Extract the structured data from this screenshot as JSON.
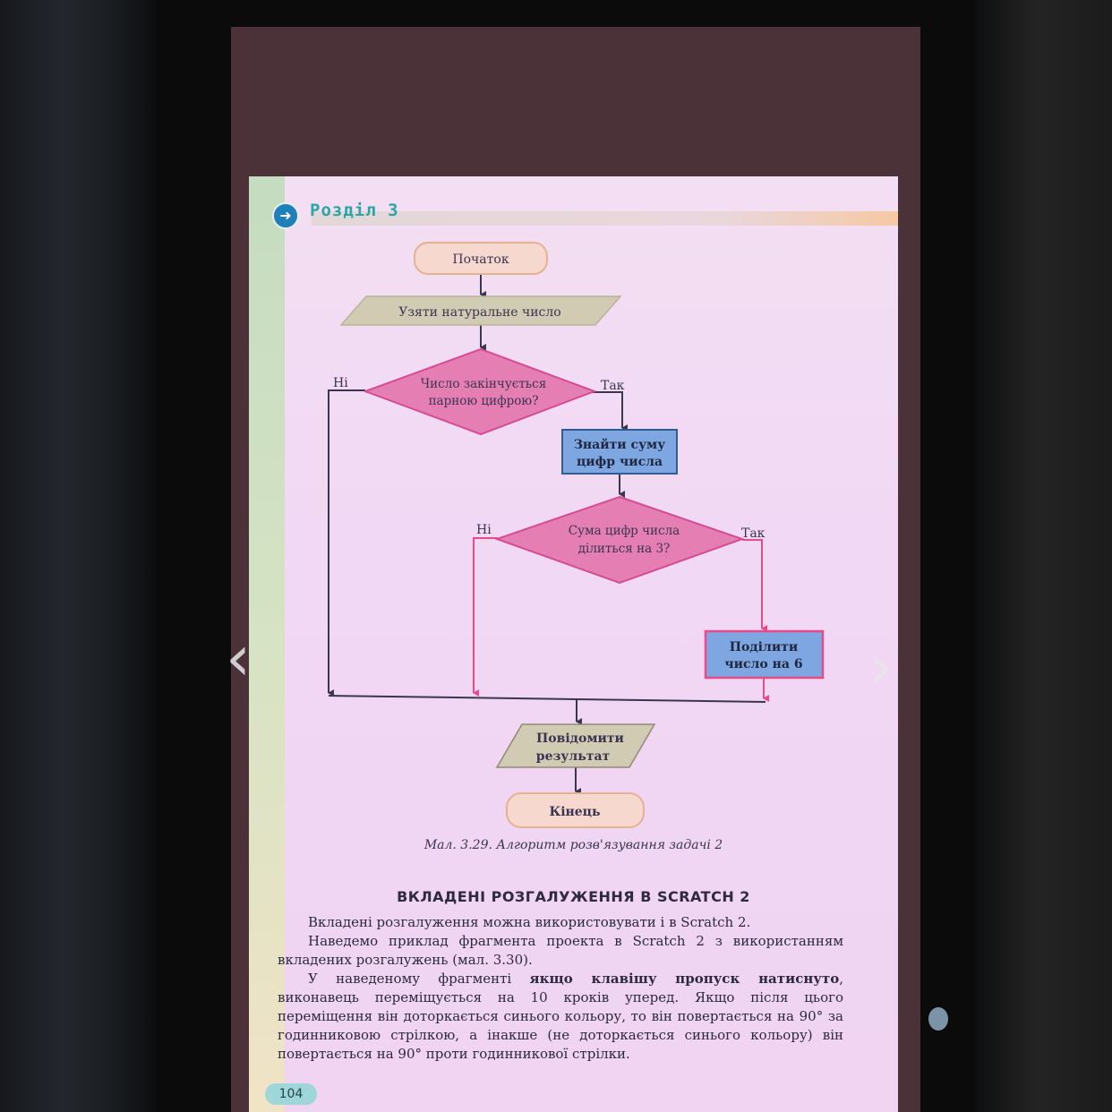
{
  "header": {
    "section_title": "Розділ 3",
    "icon": "arrow-right-circle-icon"
  },
  "flowchart": {
    "start": "Початок",
    "input": "Узяти натуральне число",
    "decision1": [
      "Число закінчується",
      "парною цифрою?"
    ],
    "no1": "Ні",
    "yes1": "Так",
    "process1": [
      "Знайти суму",
      "цифр числа"
    ],
    "decision2": [
      "Сума цифр числа",
      "ділиться на 3?"
    ],
    "no2": "Ні",
    "yes2": "Так",
    "process2": [
      "Поділити",
      "число на 6"
    ],
    "output": [
      "Повідомити",
      "результат"
    ],
    "end": "Кінець"
  },
  "caption": "Мал. 3.29. Алгоритм розв'язування задачі 2",
  "heading": "ВКЛАДЕНІ РОЗГАЛУЖЕННЯ В SCRATCH 2",
  "paragraphs": {
    "p1": "Вкладені розгалуження можна використовувати і в Scratch 2.",
    "p2": "Наведемо приклад фрагмента проекта в Scratch 2 з використанням вкладених розгалужень (мал. 3.30).",
    "p3a": "У наведеному фрагменті ",
    "p3b": "якщо клавішу пропуск натиснуто",
    "p3c": ", виконавець переміщується на 10 кроків уперед. Якщо після цього переміщення він доторкається синього кольору, то він повертається на 90° за годинниковою стрілкою, а інакше (не доторкається синього кольору) він повертається на 90° проти годинникової стрілки."
  },
  "page_number": "104",
  "navigation": {
    "prev_icon": "chevron-left-icon",
    "next_icon": "chevron-right-icon"
  },
  "colors": {
    "terminal_fill": "#f7d8cf",
    "terminal_stroke": "#e2b292",
    "io_fill": "#d2cbb4",
    "decision_fill": "#e57fb3",
    "decision_stroke": "#d64b94",
    "process_fill": "#7ea6e0",
    "process_stroke": "#2e5c96",
    "pink_line": "#e94b8a",
    "dark_line": "#3b3650"
  }
}
